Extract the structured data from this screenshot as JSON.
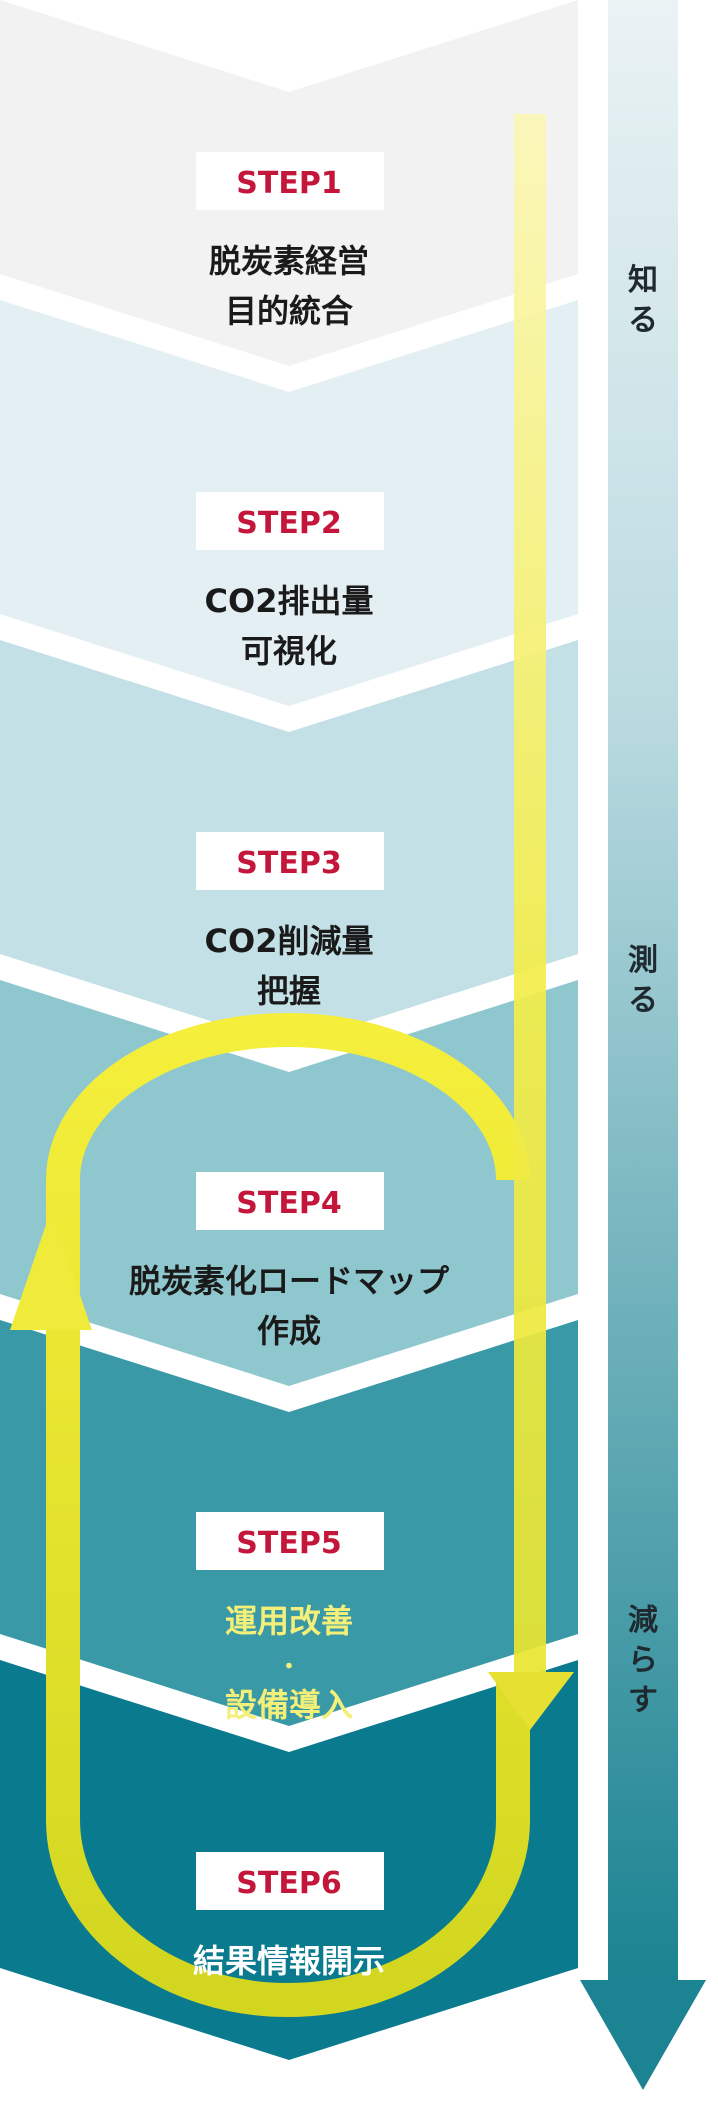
{
  "steps": [
    {
      "badge": "STEP1",
      "lines": [
        "脱炭素経営",
        "目的統合"
      ],
      "text_color": "#1a1a1a"
    },
    {
      "badge": "STEP2",
      "lines": [
        "CO2排出量",
        "可視化"
      ],
      "text_color": "#1a1a1a"
    },
    {
      "badge": "STEP3",
      "lines": [
        "CO2削減量",
        "把握"
      ],
      "text_color": "#1a1a1a"
    },
    {
      "badge": "STEP4",
      "lines": [
        "脱炭素化ロードマップ",
        "作成"
      ],
      "text_color": "#1a1a1a"
    },
    {
      "badge": "STEP5",
      "lines": [
        "運用改善",
        "・",
        "設備導入"
      ],
      "text_color": "#f3ef78"
    },
    {
      "badge": "STEP6",
      "lines": [
        "結果情報開示"
      ],
      "text_color": "#ffffff"
    }
  ],
  "band_colors": [
    "#f2f2f2",
    "#e3eff3",
    "#c2e0e5",
    "#8fc7cf",
    "#3a99a6",
    "#0a7b8e"
  ],
  "side_labels": [
    {
      "text": "知る"
    },
    {
      "text": "測る"
    },
    {
      "text": "減らす"
    }
  ],
  "colors": {
    "badge_text": "#c4163a",
    "badge_bg": "#ffffff",
    "arrow_yellow": "#f2ec3a",
    "arrow_light": "#fbf6b0",
    "side_top": "#e7f0f3",
    "side_bottom": "#1f8694"
  }
}
